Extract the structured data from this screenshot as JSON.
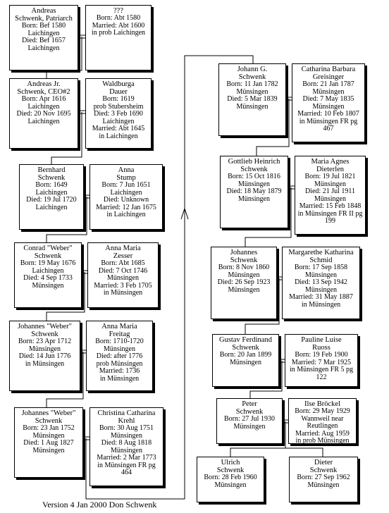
{
  "footer": "Version 4 Jan 2000   Don Schwenk",
  "boxes": [
    {
      "id": "b1",
      "name": [
        "Andreas",
        "Schwenk, Patriarch"
      ],
      "lines": [
        "Born: Bef 1580",
        "Laichingen",
        "Died: Bef 1657",
        "Laichingen"
      ]
    },
    {
      "id": "b2",
      "name": [
        "???"
      ],
      "lines": [
        "Born: Abt 1580",
        "Married: Abt 1600",
        "in prob Laichingen"
      ]
    },
    {
      "id": "b3",
      "name": [
        "Andreas Jr.",
        "Schwenk, CEO#2"
      ],
      "lines": [
        "Born: Apr 1616",
        "Laichingen",
        "Died: 20 Nov 1695",
        "Laichingen"
      ]
    },
    {
      "id": "b4",
      "name": [
        "Waldburga",
        "Dauer"
      ],
      "lines": [
        "Born: 1619",
        "prob Stubersheim",
        "Died: 3 Feb 1690",
        "Laichingen",
        "Married: Abt 1645",
        "in Laichingen"
      ]
    },
    {
      "id": "b5",
      "name": [
        "Bernhard",
        "Schwenk"
      ],
      "lines": [
        "Born: 1649",
        "Laichingen",
        "Died: 19 Jul 1720",
        "Laichingen"
      ]
    },
    {
      "id": "b6",
      "name": [
        "Anna",
        "Stump"
      ],
      "lines": [
        "Born: 7 Jun 1651",
        "Laichingen",
        "Died: Unknown",
        "Married: 12 Jan 1675",
        "in Laichingen"
      ]
    },
    {
      "id": "b7",
      "name": [
        "Conrad \"Weber\"",
        "Schwenk"
      ],
      "lines": [
        "Born: 19 May 1676",
        "Laichingen",
        "Died: 4 Sep 1733",
        "Münsingen"
      ]
    },
    {
      "id": "b8",
      "name": [
        "Anna Maria",
        "Zesser"
      ],
      "lines": [
        "Born: Abt 1685",
        "Died: 7 Oct 1746",
        "Münsingen",
        "Married: 3 Feb 1705",
        "in Münsingen"
      ]
    },
    {
      "id": "b9",
      "name": [
        "Johannes \"Weber\"",
        "Schwenk"
      ],
      "lines": [
        "Born: 23 Apr 1712",
        "Münsingen",
        "Died: 14 Jun 1776",
        "in   Münsingen"
      ]
    },
    {
      "id": "b10",
      "name": [
        "Anna Maria",
        "Freitag"
      ],
      "lines": [
        "Born: 1710-1720",
        "Münsingen",
        "Died: after 1776",
        "prob Münsingen",
        "Married: 1736",
        "in Münsingen"
      ]
    },
    {
      "id": "b11",
      "name": [
        "Johannes \"Weber\"",
        "Schwenk"
      ],
      "lines": [
        "Born: 23 Jan 1752",
        "Münsingen",
        "Died: 1 Aug 1827",
        "Münsingen"
      ]
    },
    {
      "id": "b12",
      "name": [
        "Christina Catharina",
        "Krehl"
      ],
      "lines": [
        "Born: 30 Aug 1751",
        "Münsingen",
        "Died: 8 Aug 1818",
        "Münsingen",
        "Married: 2 Mar 1773",
        "in Münsingen FR pg",
        "464"
      ]
    },
    {
      "id": "b13",
      "name": [
        "Johann G.",
        "Schwenk"
      ],
      "lines": [
        "Born: 11 Jan 1782",
        "Münsingen",
        "Died: 5 Mar 1839",
        "Münsingen"
      ]
    },
    {
      "id": "b14",
      "name": [
        "Catharina Barbara",
        "Greisinger"
      ],
      "lines": [
        "Born: 21 Jan 1787",
        "Münsingen",
        "Died: 7 May 1835",
        "Münsingen",
        "Married: 10 Feb 1807",
        "in Münsingen FR  pg",
        "467"
      ]
    },
    {
      "id": "b15",
      "name": [
        "Gottlieb Heinrich",
        "Schwenk"
      ],
      "lines": [
        "Born: 15 Oct 1816",
        "Münsingen",
        "Died: 18 May 1879",
        "Münsingen"
      ]
    },
    {
      "id": "b16",
      "name": [
        "Maria Agnes",
        "Dieterlen"
      ],
      "lines": [
        "Born: 19 Jul 1821",
        "Münsingen",
        "Died: 21 Jul 1911",
        "Münsingen",
        "Married: 15 Feb 1848",
        "in Münsingen FR  II pg",
        "199"
      ]
    },
    {
      "id": "b17",
      "name": [
        "Johannes",
        "Schwenk"
      ],
      "lines": [
        "Born: 8 Nov 1860",
        "Münsingen",
        "Died: 26 Sep 1923",
        "Münsingen"
      ]
    },
    {
      "id": "b18",
      "name": [
        "Margarethe Katharina",
        "Schmid"
      ],
      "lines": [
        "Born: 17 Sep 1858",
        "Münsingen",
        "Died: 13 Sep 1942",
        "Münsingen",
        "Married: 31 May 1887",
        "in Münsingen"
      ]
    },
    {
      "id": "b19",
      "name": [
        "Gustav Ferdinand",
        "Schwenk"
      ],
      "lines": [
        "Born: 20 Jan 1899",
        "Münsingen"
      ]
    },
    {
      "id": "b20",
      "name": [
        "Pauline Luise",
        "Ruoss"
      ],
      "lines": [
        "Born: 19 Feb 1900",
        "Married: 7 Mar 1925",
        "in Münsingen FR  5 pg",
        "122"
      ]
    },
    {
      "id": "b21",
      "name": [
        "Peter",
        "Schwenk"
      ],
      "lines": [
        "Born: 27 Jul 1930",
        "Münsingen"
      ]
    },
    {
      "id": "b22",
      "name": [
        "Ilse Bröckel"
      ],
      "lines": [
        "Born: 29 May 1929",
        "Wannweil near",
        "Reutlingen",
        "Married: Aug 1959",
        "in prob Münsingen"
      ]
    },
    {
      "id": "b23",
      "name": [
        "Ulrich",
        "Schwenk"
      ],
      "lines": [
        "Born: 28 Feb 1960",
        "Münsingen"
      ]
    },
    {
      "id": "b24",
      "name": [
        "Dieter",
        "Schwenk"
      ],
      "lines": [
        "Born: 27 Sep 1962",
        "Münsingen"
      ]
    }
  ]
}
